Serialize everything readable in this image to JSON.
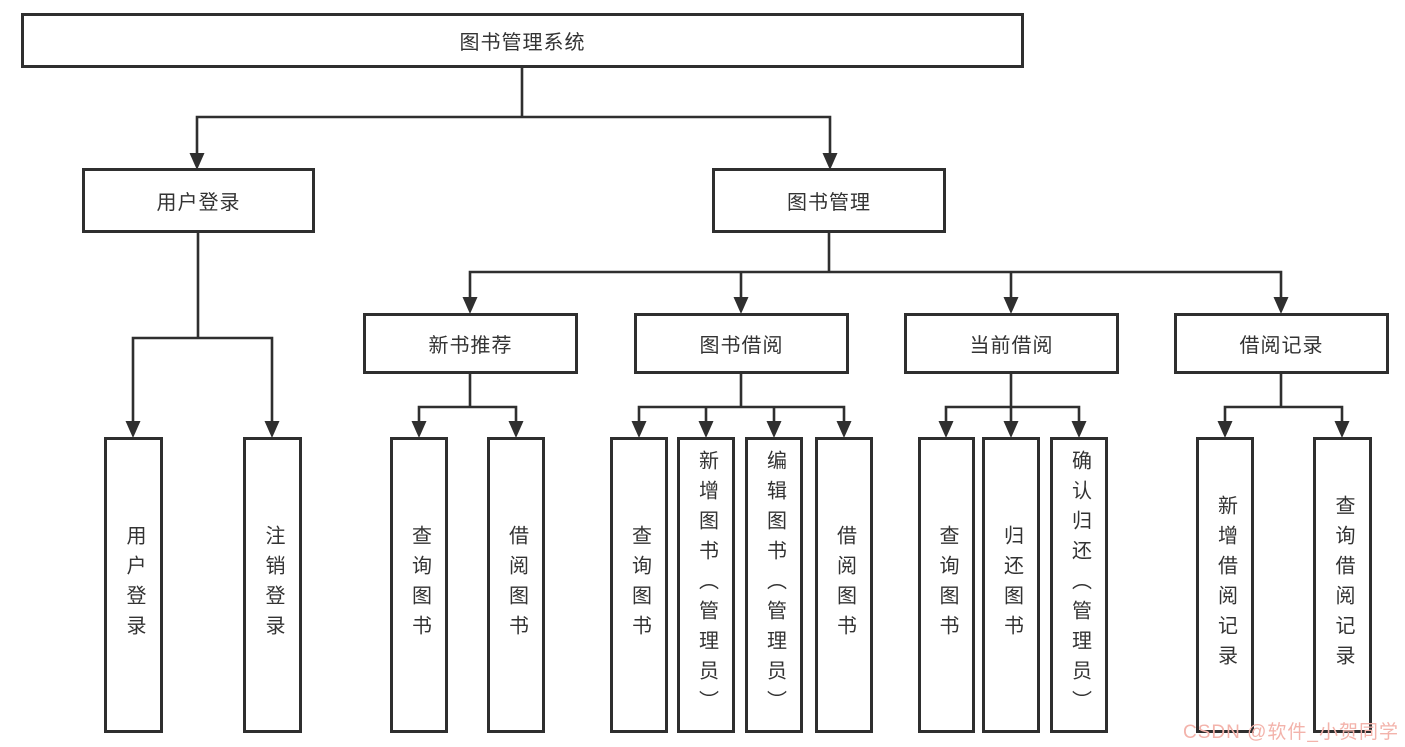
{
  "diagram": {
    "root": {
      "label": "图书管理系统"
    },
    "branches": [
      {
        "label": "用户登录",
        "children": [
          {
            "label": "用户登录"
          },
          {
            "label": "注销登录"
          }
        ]
      },
      {
        "label": "图书管理",
        "children": [
          {
            "label": "新书推荐",
            "children": [
              {
                "label": "查询图书"
              },
              {
                "label": "借阅图书"
              }
            ]
          },
          {
            "label": "图书借阅",
            "children": [
              {
                "label": "查询图书"
              },
              {
                "label": "新增图书（管理员）"
              },
              {
                "label": "编辑图书（管理员）"
              },
              {
                "label": "借阅图书"
              }
            ]
          },
          {
            "label": "当前借阅",
            "children": [
              {
                "label": "查询图书"
              },
              {
                "label": "归还图书"
              },
              {
                "label": "确认归还（管理员）"
              }
            ]
          },
          {
            "label": "借阅记录",
            "children": [
              {
                "label": "新增借阅记录"
              },
              {
                "label": "查询借阅记录"
              }
            ]
          }
        ]
      }
    ]
  },
  "colors": {
    "line": "#2f2f2f",
    "text": "#333333",
    "watermark": "#f3b3ab"
  },
  "watermark": {
    "label": "CSDN @软件_小贺同学"
  }
}
